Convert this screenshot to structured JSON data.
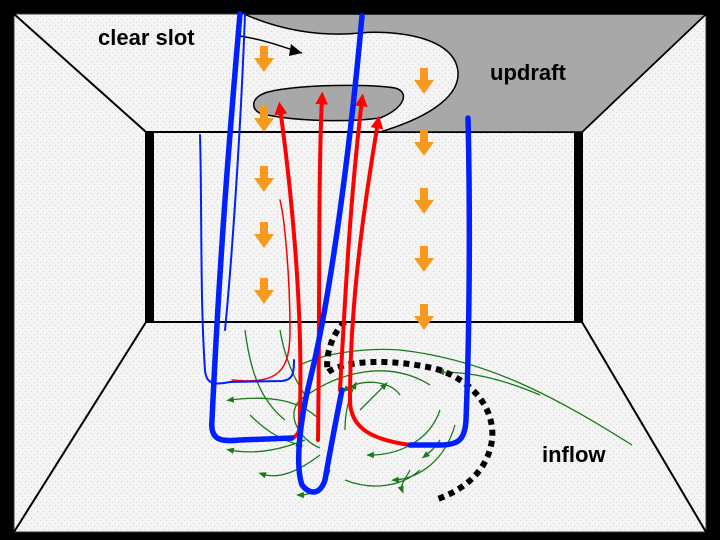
{
  "labels": {
    "clear_slot": "clear slot",
    "updraft": "updraft",
    "inflow": "inflow"
  },
  "colors": {
    "background": "#000000",
    "room_wall": "#f4f4f4",
    "updraft_shade": "#a8a8a8",
    "downdraft_arrows": "#f59a1e",
    "updraft_lines": "#ff0000",
    "vortex_lines": "#0020ff",
    "inflow_streamlines": "#1a7a1a",
    "gust_front": "#000000"
  }
}
